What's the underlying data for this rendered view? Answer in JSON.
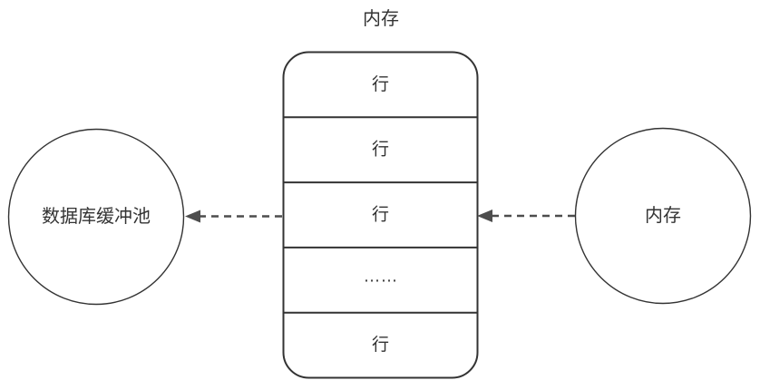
{
  "diagram": {
    "title": "内存",
    "memory_table": {
      "rows": [
        {
          "label": "行"
        },
        {
          "label": "行"
        },
        {
          "label": "行"
        },
        {
          "label": "……"
        },
        {
          "label": "行"
        }
      ]
    },
    "left_node": {
      "label": "数据库缓冲池",
      "shape": "circle"
    },
    "right_node": {
      "label": "内存",
      "shape": "circle"
    },
    "arrows": [
      {
        "name": "table-to-buffer-pool",
        "style": "dashed",
        "direction": "left"
      },
      {
        "name": "memory-to-table",
        "style": "dashed",
        "direction": "left"
      }
    ],
    "colors": {
      "stroke": "#333333",
      "text": "#333333",
      "arrow": "#4d4d4d",
      "background": "#ffffff"
    }
  }
}
